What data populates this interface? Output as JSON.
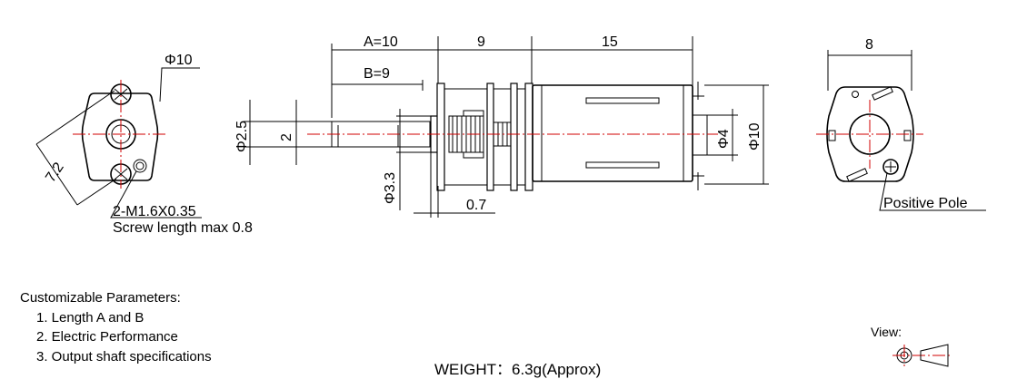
{
  "front_view": {
    "diameter_label": "Φ10",
    "hole_spacing_label": "7.2",
    "screw_thread_label": "2-M1.6X0.35",
    "screw_length_label": "Screw length max 0.8"
  },
  "side_view": {
    "length_a_label": "A=10",
    "length_b_label": "B=9",
    "gearbox_length_label": "9",
    "motor_length_label": "15",
    "shaft_diameter_label": "Φ2.5",
    "shaft_flat_label": "2",
    "boss_diameter_label": "Φ3.3",
    "plate_thickness_label": "0.7",
    "rear_boss_diameter_label": "Φ4",
    "motor_diameter_label": "Φ10"
  },
  "rear_view": {
    "width_label": "8",
    "positive_pole_label": "Positive Pole"
  },
  "parameters": {
    "heading": "Customizable Parameters:",
    "items": [
      "1. Length A and B",
      "2. Electric Performance",
      "3. Output shaft specifications"
    ]
  },
  "weight": {
    "label": "WEIGHT：",
    "value": "6.3g(Approx)"
  },
  "projection": {
    "label": "View:",
    "symbol": "first-angle-projection-icon"
  },
  "colors": {
    "centerline": "#d00000",
    "lines": "#000000"
  }
}
